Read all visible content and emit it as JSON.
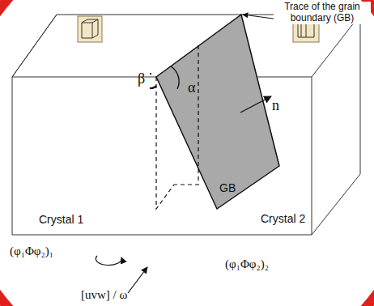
{
  "diagram": {
    "nodes": [
      {
        "text": [
          "GB"
        ]
      }
    ],
    "edges": [],
    "labels": [
      "Trace of the grain boundary (GB)",
      "α",
      "β",
      "n",
      "Crystal 1",
      "Crystal 2",
      "(φ₁Φφ₂)₁",
      "(φ₁Φφ₂)₂",
      "[uvw] / ω"
    ]
  }
}
